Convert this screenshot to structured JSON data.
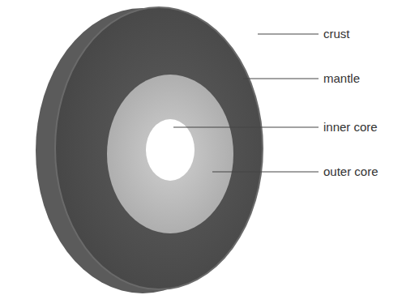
{
  "diagram": {
    "labels": [
      "crust",
      "mantle",
      "inner core",
      "outer core"
    ]
  }
}
